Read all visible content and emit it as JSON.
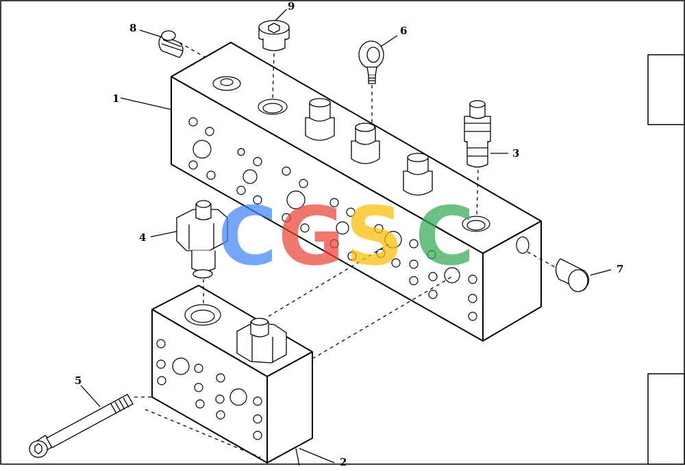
{
  "callouts": [
    {
      "id": "c1",
      "label": "1"
    },
    {
      "id": "c2",
      "label": "2"
    },
    {
      "id": "c3",
      "label": "3"
    },
    {
      "id": "c4",
      "label": "4"
    },
    {
      "id": "c5",
      "label": "5"
    },
    {
      "id": "c6",
      "label": "6"
    },
    {
      "id": "c7",
      "label": "7"
    },
    {
      "id": "c8",
      "label": "8"
    },
    {
      "id": "c9",
      "label": "9"
    }
  ],
  "watermark": {
    "letters": [
      "C",
      "G",
      "S",
      "C"
    ],
    "colors": [
      "#4285f4",
      "#ea4335",
      "#fbbc05",
      "#34a853"
    ]
  },
  "colors": {
    "line": "#000000",
    "background": "#ffffff"
  }
}
